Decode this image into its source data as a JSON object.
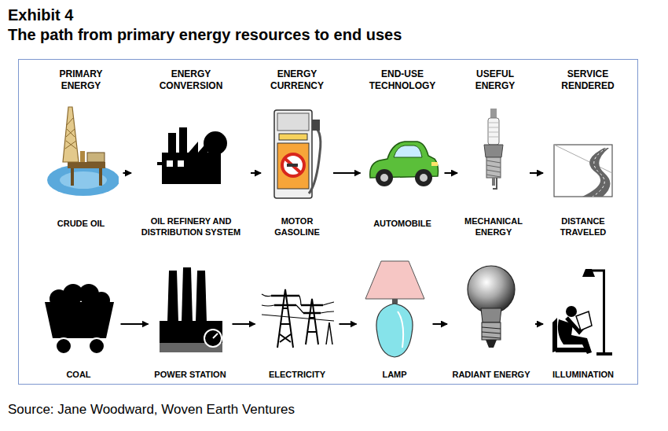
{
  "diagram": {
    "title": "The path from primary energy resources to end uses",
    "caption": "Source: Jane Woodward, Woven Earth Ventures",
    "nodes": [
      {
        "text": [
          "CRUDE OIL"
        ]
      },
      {
        "text": [
          "OIL REFINERY AND DISTRIBUTION SYSTEM"
        ]
      },
      {
        "text": [
          "MOTOR GASOLINE"
        ]
      },
      {
        "text": [
          "AUTOMOBILE"
        ]
      },
      {
        "text": [
          "MECHANICAL ENERGY"
        ]
      },
      {
        "text": [
          "DISTANCE TRAVELED"
        ]
      },
      {
        "text": [
          "COAL"
        ]
      },
      {
        "text": [
          "POWER STATION"
        ]
      },
      {
        "text": [
          "ELECTRICITY"
        ]
      },
      {
        "text": [
          "LAMP"
        ]
      },
      {
        "text": [
          "RADIANT ENERGY"
        ]
      },
      {
        "text": [
          "ILLUMINATION"
        ]
      }
    ],
    "edges": [
      {
        "from": 0,
        "to": 1,
        "arrow": "to"
      },
      {
        "from": 1,
        "to": 2,
        "arrow": "to"
      },
      {
        "from": 2,
        "to": 3,
        "arrow": "to"
      },
      {
        "from": 3,
        "to": 4,
        "arrow": "to"
      },
      {
        "from": 4,
        "to": 5,
        "arrow": "to"
      },
      {
        "from": 6,
        "to": 7,
        "arrow": "to"
      },
      {
        "from": 7,
        "to": 8,
        "arrow": "to"
      },
      {
        "from": 8,
        "to": 9,
        "arrow": "to"
      },
      {
        "from": 9,
        "to": 10,
        "arrow": "to"
      },
      {
        "from": 10,
        "to": 11,
        "arrow": "to"
      }
    ],
    "labels": [
      "Exhibit 4",
      "PRIMARY ENERGY",
      "ENERGY CONVERSION",
      "ENERGY CURRENCY",
      "END-USE TECHNOLOGY",
      "USEFUL ENERGY",
      "SERVICE RENDERED"
    ]
  }
}
